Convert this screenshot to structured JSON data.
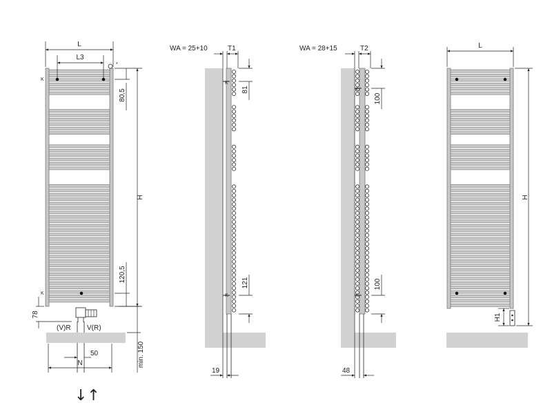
{
  "colors": {
    "radiator_fill": "#c8c8c8",
    "radiator_stroke": "#7a7a7a",
    "wall_fill": "#d2d2d2",
    "line": "#222222"
  },
  "view_front": {
    "label_L": "L",
    "label_L3": "L3",
    "label_H": "H",
    "label_80_5": "80,5",
    "label_120_5": "120,5",
    "label_78": "78",
    "label_VR_left": "(V)R",
    "label_VR_right": "V(R)",
    "label_50": "50",
    "label_N": "N",
    "label_min150": "min. 150",
    "label_K_top": "K",
    "label_K_bottom": "K",
    "label_star": "*",
    "flow_arrows": "↓↑"
  },
  "view_side_1": {
    "label_WA": "WA = 25+10",
    "label_T": "T1",
    "label_81": "81",
    "label_121": "121",
    "label_19": "19",
    "label_K_top": "K",
    "label_K_bottom": "K"
  },
  "view_side_2": {
    "label_WA": "WA = 28+15",
    "label_T": "T2",
    "label_100_top": "100",
    "label_100_bottom": "100",
    "label_48": "48",
    "label_K_top": "K",
    "label_K_bottom": "K"
  },
  "view_right": {
    "label_L": "L",
    "label_H": "H",
    "label_H1": "H1"
  }
}
